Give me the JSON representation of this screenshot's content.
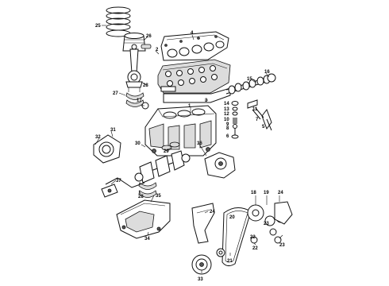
{
  "callouts": {
    "c25": "25",
    "c26": "26",
    "c28": "28",
    "c27": "27",
    "c17": "17",
    "c4": "4",
    "c2": "2",
    "c3": "3",
    "c1": "1",
    "c16": "16",
    "c15": "15",
    "c14": "14",
    "c13": "13",
    "c12": "12",
    "c11": "11",
    "c10": "10",
    "c9": "9",
    "c8": "8",
    "c7": "7",
    "c6": "6",
    "c5": "5",
    "c31": "31",
    "c32": "32",
    "c30": "30",
    "c29": "29",
    "c36": "36",
    "c37": "37",
    "c35": "35",
    "c34": "34",
    "c18": "18",
    "c19": "19",
    "c24": "24",
    "c20": "20",
    "c23": "23",
    "c22": "22",
    "c21": "21",
    "c33": "33"
  }
}
